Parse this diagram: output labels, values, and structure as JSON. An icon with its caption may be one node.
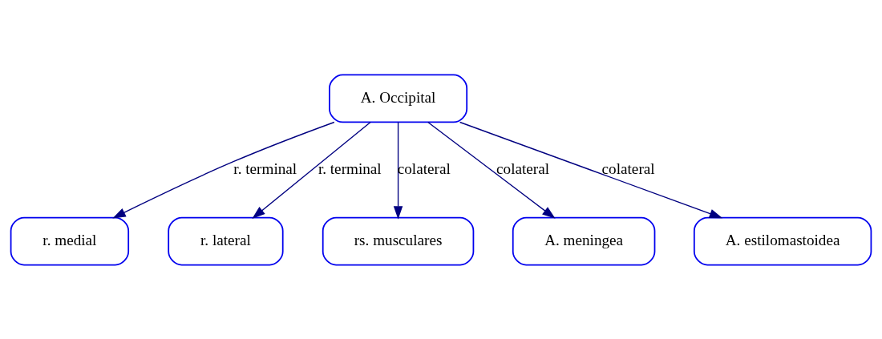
{
  "diagram": {
    "nodes": [
      {
        "text": [
          "A. Occipital"
        ]
      },
      {
        "text": [
          "r. medial"
        ]
      },
      {
        "text": [
          "r. lateral"
        ]
      },
      {
        "text": [
          "rs. musculares"
        ]
      },
      {
        "text": [
          "A. meningea"
        ]
      },
      {
        "text": [
          "A. estilomastoidea"
        ]
      }
    ],
    "edges": [
      {
        "from": 0,
        "to": 1,
        "arrow": "to",
        "label": "r. terminal"
      },
      {
        "from": 0,
        "to": 2,
        "arrow": "to",
        "label": "r. terminal"
      },
      {
        "from": 0,
        "to": 3,
        "arrow": "to",
        "label": "colateral"
      },
      {
        "from": 0,
        "to": 4,
        "arrow": "to",
        "label": "colateral"
      },
      {
        "from": 0,
        "to": 5,
        "arrow": "to",
        "label": "colateral"
      }
    ]
  }
}
